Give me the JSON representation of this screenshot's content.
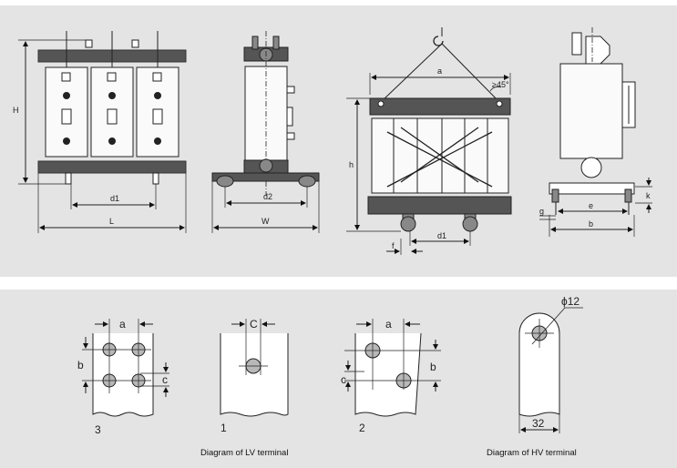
{
  "views": {
    "front": {
      "height_label": "H",
      "length_label": "L",
      "wheel_label": "d1"
    },
    "side": {
      "width_label": "W",
      "wheel_label": "d2"
    },
    "lifting": {
      "top_label": "a",
      "angle_label": "≥45°",
      "height_label": "h",
      "wheel_label": "d1",
      "offset_label": "f"
    },
    "end": {
      "e_label": "e",
      "b_label": "b",
      "g_label": "g",
      "k_label": "k"
    }
  },
  "terminals": {
    "lv3": {
      "a_label": "a",
      "b_label": "b",
      "c_label": "c",
      "number": "3"
    },
    "lv1": {
      "c_label": "C",
      "number": "1"
    },
    "lv2": {
      "a_label": "a",
      "b_label": "b",
      "c_label": "c",
      "number": "2"
    },
    "hv": {
      "hole_label": "ϕ12",
      "width_label": "32"
    },
    "captions": {
      "lv": "Diagram of LV terminal",
      "hv": "Diagram of HV terminal"
    }
  }
}
